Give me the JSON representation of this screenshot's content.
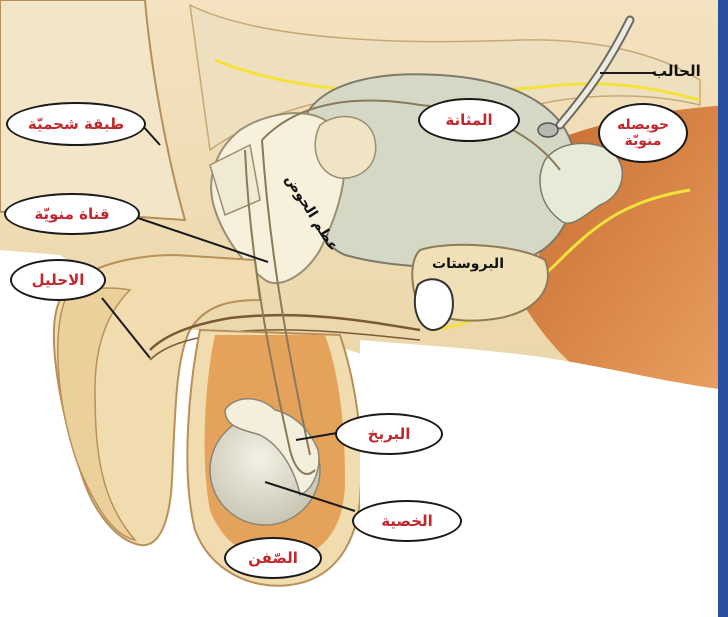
{
  "labels": {
    "ureter": "الحالب",
    "fat_layer": "طبقة شحميّة",
    "bladder": "المثانة",
    "seminal_vesicle": "حويصله منويّة",
    "vas_deferens": "قناة منويّة",
    "urethra": "الاحليل",
    "pubic_bone": "عظم الحوض",
    "prostate": "البروستات",
    "epididymis": "البربخ",
    "testis": "الخصية",
    "scrotum": "الصّفن"
  },
  "colors": {
    "label_text": "#c0282d",
    "label_border": "#1a1a1a",
    "skin": "#f0d9ab",
    "muscle": "#d9793a",
    "bladder": "#d6d8c6",
    "bone": "#f6f0dc",
    "yellow_line": "#f2e23a"
  }
}
